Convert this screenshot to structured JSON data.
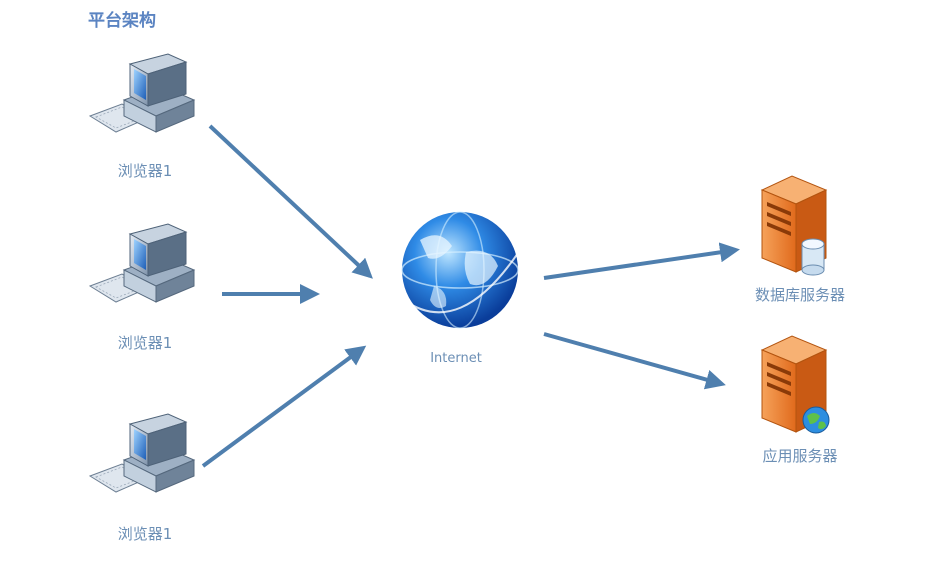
{
  "title": "平台架构",
  "clients": [
    {
      "label": "浏览器1",
      "icon": "desktop-computer-icon"
    },
    {
      "label": "浏览器1",
      "icon": "desktop-computer-icon"
    },
    {
      "label": "浏览器1",
      "icon": "desktop-computer-icon"
    }
  ],
  "network": {
    "label": "Internet",
    "icon": "globe-icon"
  },
  "servers": [
    {
      "label": "数据库服务器",
      "icon": "database-server-icon"
    },
    {
      "label": "应用服务器",
      "icon": "web-server-icon"
    }
  ],
  "colors": {
    "title": "#5b84c2",
    "arrow": "#4f7fae",
    "label": "#6c8fb5",
    "server_orange": "#e8782a",
    "globe_blue": "#1f6fd0"
  }
}
